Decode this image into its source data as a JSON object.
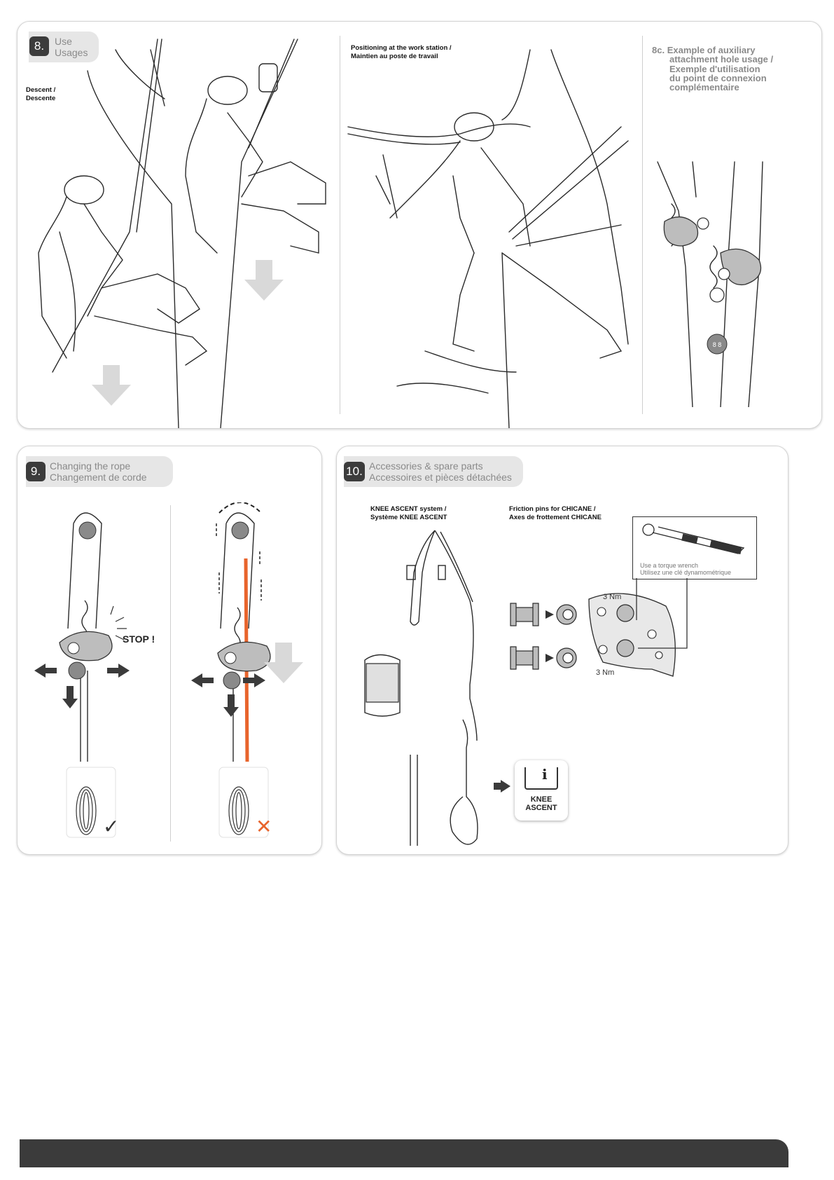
{
  "step8": {
    "number": "8.",
    "title_en": "Use",
    "title_fr": "Usages",
    "descent_label_en": "Descent /",
    "descent_label_fr": "Descente",
    "positioning_label_en": "Positioning at the work station /",
    "positioning_label_fr": "Maintien au poste de travail",
    "example_number": "8c.",
    "example_en_1": "Example of auxiliary",
    "example_en_2": "attachment hole usage /",
    "example_fr_1": "Exemple d'utilisation",
    "example_fr_2": "du point de connexion",
    "example_fr_3": "complémentaire"
  },
  "step9": {
    "number": "9.",
    "title_en": "Changing the rope",
    "title_fr": "Changement de corde",
    "stop_label": "STOP !",
    "ok_mark": "✓",
    "ok_color": "#333333",
    "no_mark": "✕",
    "no_color": "#e8642c"
  },
  "step10": {
    "number": "10.",
    "title_en": "Accessories & spare parts",
    "title_fr": "Accessoires et pièces détachées",
    "knee_label_en": "KNEE ASCENT system /",
    "knee_label_fr": "Système KNEE ASCENT",
    "pins_label_en": "Friction pins for CHICANE /",
    "pins_label_fr": "Axes de frottement CHICANE",
    "torque_en": "Use a torque wrench",
    "torque_fr": "Utilisez une clé dynamométrique",
    "torque_value_1": "3 Nm",
    "torque_value_2": "3 Nm",
    "info_badge_line1": "KNEE",
    "info_badge_line2": "ASCENT",
    "info_icon": "i"
  },
  "colors": {
    "accent_orange": "#e8642c",
    "tab_gray": "#e6e6e6",
    "number_dark": "#3c3c3c",
    "footer_dark": "#3b3b3b",
    "arrow_gray": "#d9d9d9"
  }
}
